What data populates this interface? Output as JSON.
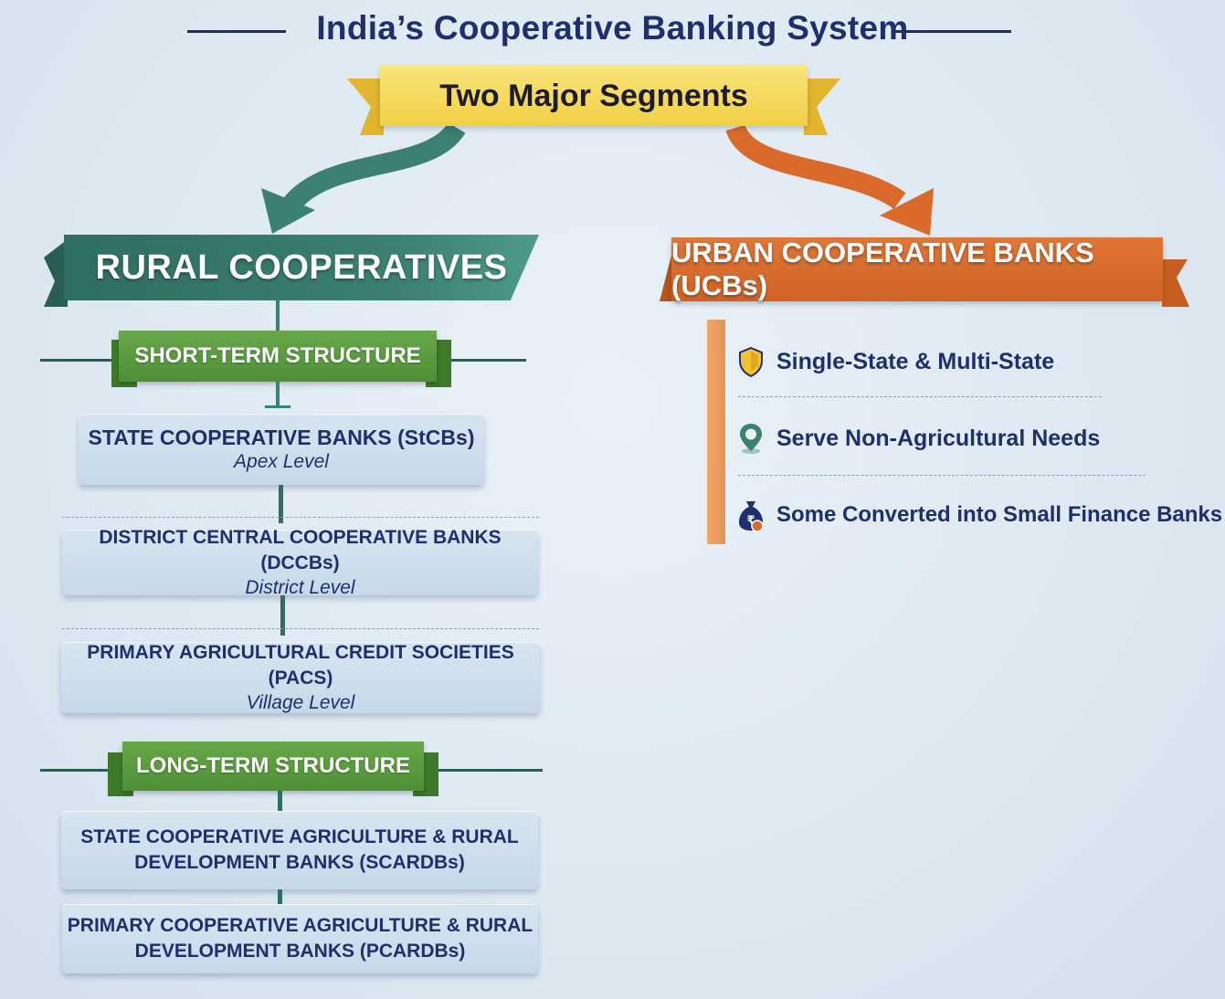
{
  "title": "India’s Cooperative Banking System",
  "ribbon": {
    "label": "Two Major Segments"
  },
  "colors": {
    "navy": "#1f2f6e",
    "rural_green": "#3b8071",
    "structure_green": "#5a9c40",
    "urban_orange": "#d96a2b",
    "ribbon_yellow": "#f4d451"
  },
  "rural": {
    "header": "RURAL COOPERATIVES",
    "short_term": {
      "label": "SHORT-TERM STRUCTURE",
      "tiers": [
        {
          "name": "STATE COOPERATIVE BANKS (StCBs)",
          "level": "Apex Level"
        },
        {
          "name": "DISTRICT CENTRAL COOPERATIVE BANKS (DCCBs)",
          "level": "District Level"
        },
        {
          "name": "PRIMARY AGRICULTURAL CREDIT SOCIETIES (PACS)",
          "level": "Village Level"
        }
      ]
    },
    "long_term": {
      "label": "LONG-TERM STRUCTURE",
      "tiers": [
        {
          "name_line1": "STATE COOPERATIVE AGRICULTURE & RURAL",
          "name_line2": "DEVELOPMENT BANKS (SCARDBs)"
        },
        {
          "name_line1": "PRIMARY COOPERATIVE AGRICULTURE & RURAL",
          "name_line2": "DEVELOPMENT BANKS (PCARDBs)"
        }
      ]
    }
  },
  "urban": {
    "header": "URBAN COOPERATIVE BANKS (UCBs)",
    "items": [
      {
        "icon": "shield-icon",
        "text": "Single-State & Multi-State"
      },
      {
        "icon": "location-pin-icon",
        "text": "Serve Non-Agricultural Needs"
      },
      {
        "icon": "money-bag-icon",
        "text": "Some Converted into Small Finance Banks"
      }
    ]
  }
}
